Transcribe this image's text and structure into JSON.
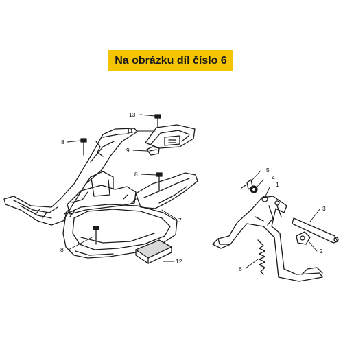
{
  "banner": {
    "text": "Na obrázku díl číslo 6"
  },
  "callouts": {
    "p1": "1",
    "p2": "2",
    "p3": "3",
    "p4": "4",
    "p5": "5",
    "p6": "6",
    "p7": "7",
    "p8a": "8",
    "p8b": "8",
    "p8c": "8",
    "p9": "9",
    "p11": "11",
    "p12": "12",
    "p13": "13"
  },
  "colors": {
    "banner": "#f5c400",
    "line": "#1a1a1a"
  }
}
